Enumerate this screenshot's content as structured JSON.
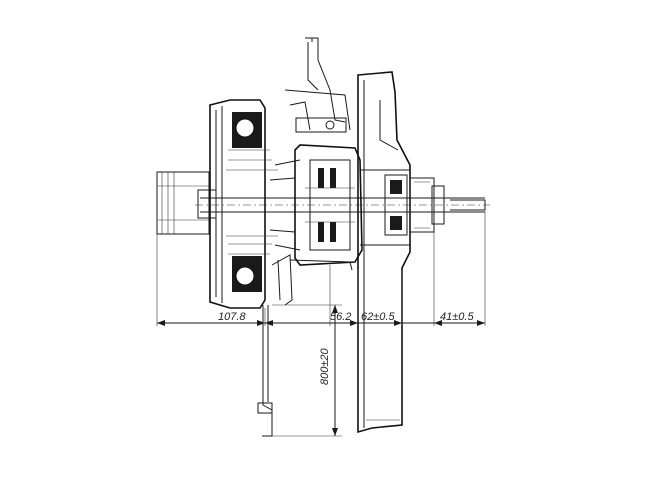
{
  "drawing": {
    "title": "",
    "dimensions": {
      "d1": "107.8",
      "d2": "56.2",
      "d3": "62±0.5",
      "d4": "41±0.5",
      "d5": "800±20"
    }
  }
}
